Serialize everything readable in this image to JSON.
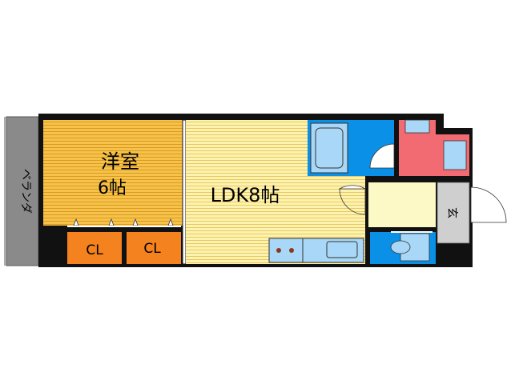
{
  "rooms": {
    "western_room": {
      "name": "洋室",
      "size": "6帖"
    },
    "ldk": {
      "label": "LDK8帖"
    },
    "closet_left": {
      "label": "CL"
    },
    "closet_right": {
      "label": "CL"
    },
    "balcony": {
      "label": "ベランダ"
    },
    "entrance": {
      "label": "玄"
    }
  },
  "colors": {
    "western_room": "#f6c24a",
    "ldk": "#fdf3b0",
    "closet": "#f4821f",
    "balcony": "#8a8a8a",
    "bath_blue": "#0a90e6",
    "bath_light": "#a9d7f7",
    "washroom": "#f26a72",
    "hall": "#fdf9c6",
    "entrance": "#cfcfcf",
    "kitchen": "#a9d7f7",
    "wall": "#111111"
  }
}
